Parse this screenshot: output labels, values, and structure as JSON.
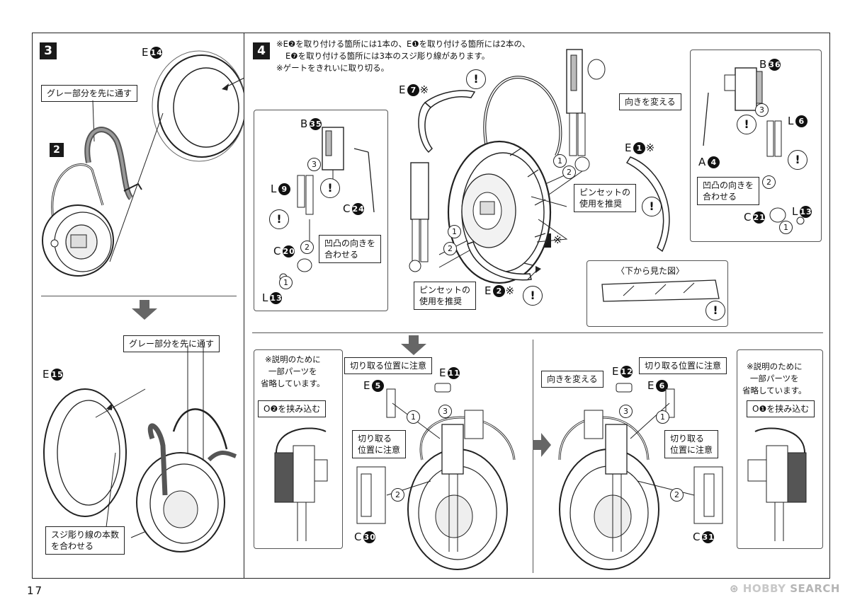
{
  "page_number": "17",
  "watermark": {
    "brand": "HOBBY",
    "suffix": "SEARCH",
    "icon": "hobby-search-logo"
  },
  "step3": {
    "number": "3",
    "top": {
      "part_label": "E",
      "part_num": "14",
      "callout": "グレー部分を先に通す",
      "sub_step": "2"
    },
    "bottom": {
      "part_label": "E",
      "part_num": "15",
      "callout_top": "グレー部分を先に通す",
      "callout_bottom": "スジ彫り線の本数\nを合わせる"
    }
  },
  "step4": {
    "number": "4",
    "notes": [
      "※E❷を取り付ける箇所には1本の、E❶を取り付ける箇所には2本の、",
      "E❼を取り付ける箇所には3本のスジ彫り線があります。",
      "※ゲートをきれいに取り切る。"
    ],
    "left_sub": {
      "labels": [
        {
          "l": "B",
          "n": "35"
        },
        {
          "l": "L",
          "n": "9"
        },
        {
          "l": "C",
          "n": "24"
        },
        {
          "l": "C",
          "n": "20"
        },
        {
          "l": "L",
          "n": "13"
        }
      ],
      "callout": "凹凸の向きを\n合わせる"
    },
    "center": {
      "e7": {
        "l": "E",
        "n": "7",
        "mark": "※"
      },
      "e1": {
        "l": "E",
        "n": "1",
        "mark": "※"
      },
      "e2": {
        "l": "E",
        "n": "2",
        "mark": "※"
      },
      "ref_step": "3",
      "ref_mark": "※",
      "callout_orient": "向きを変える",
      "callout_tweezers_right": "ピンセットの\n使用を推奨",
      "callout_tweezers_left": "ピンセットの\n使用を推奨",
      "bottom_view": "〈下から見た図〉"
    },
    "right_sub": {
      "labels": [
        {
          "l": "B",
          "n": "36"
        },
        {
          "l": "A",
          "n": "4"
        },
        {
          "l": "L",
          "n": "6"
        },
        {
          "l": "C",
          "n": "21"
        },
        {
          "l": "L",
          "n": "13"
        }
      ],
      "callout": "凹凸の向きを\n合わせる"
    },
    "bottom_left": {
      "note_box": "※説明のために\n一部パーツを\n省略しています。",
      "callout_clip": "O❷を挟み込む",
      "callout_cut_top": "切り取る位置に注意",
      "callout_cut_mid": "切り取る\n位置に注意",
      "labels": [
        {
          "l": "E",
          "n": "5"
        },
        {
          "l": "E",
          "n": "11"
        },
        {
          "l": "C",
          "n": "30"
        }
      ]
    },
    "bottom_right": {
      "note_box": "※説明のために\n一部パーツを\n省略しています。",
      "callout_clip": "O❶を挟み込む",
      "callout_orient": "向きを変える",
      "callout_cut_top": "切り取る位置に注意",
      "callout_cut_mid": "切り取る\n位置に注意",
      "labels": [
        {
          "l": "E",
          "n": "12"
        },
        {
          "l": "E",
          "n": "6"
        },
        {
          "l": "C",
          "n": "31"
        }
      ]
    },
    "circled_numbers": [
      "1",
      "2",
      "3"
    ],
    "warn_symbol": "!"
  }
}
